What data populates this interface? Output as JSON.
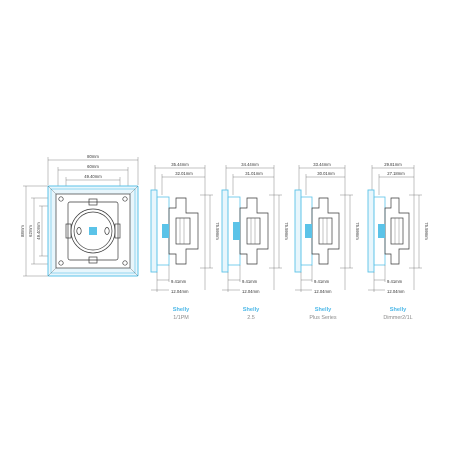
{
  "colors": {
    "accent": "#5bc3e8",
    "brand": "#4db8e8",
    "outline": "#3a3a3a",
    "label": "#8a8a8a"
  },
  "front_view": {
    "outer_width": "80mm",
    "inner_width": "60mm",
    "aperture_width": "49.40mm",
    "outer_height": "88mm",
    "inner_height": "62mm",
    "aperture_height": "49.40mm"
  },
  "side_views": [
    {
      "brand": "Shelly",
      "model": "1/1PM",
      "top_width": "35.44mm",
      "inner_width": "32.01mm",
      "height": "75.59mm",
      "depth_small": "9.41mm",
      "depth_plate": "12.04mm"
    },
    {
      "brand": "Shelly",
      "model": "2.5",
      "top_width": "34.44mm",
      "inner_width": "31.01mm",
      "height": "75.59mm",
      "depth_small": "9.41mm",
      "depth_plate": "12.04mm"
    },
    {
      "brand": "Shelly",
      "model": "Plus Series",
      "top_width": "33.44mm",
      "inner_width": "30.01mm",
      "height": "75.59mm",
      "depth_small": "9.41mm",
      "depth_plate": "12.04mm"
    },
    {
      "brand": "Shelly",
      "model": "Dimmer2/1L",
      "top_width": "29.81mm",
      "inner_width": "27.18mm",
      "height": "75.59mm",
      "depth_small": "9.41mm",
      "depth_plate": "12.04mm"
    }
  ]
}
